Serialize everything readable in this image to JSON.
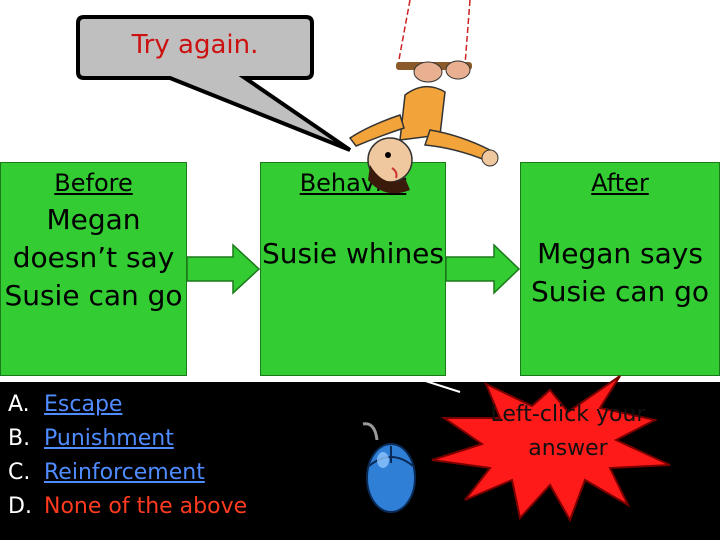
{
  "feedback": {
    "text": "Try again."
  },
  "boxes": {
    "before": {
      "title": "Before",
      "text": "Megan doesn’t say Susie can go"
    },
    "behavior": {
      "title": "Behavior",
      "text": "Susie whines"
    },
    "after": {
      "title": "After",
      "text": "Megan says Susie can go"
    }
  },
  "answers": [
    {
      "letter": "A.",
      "label": "Escape"
    },
    {
      "letter": "B.",
      "label": "Punishment"
    },
    {
      "letter": "C.",
      "label": "Reinforcement"
    },
    {
      "letter": "D.",
      "label": "None of the above"
    }
  ],
  "hint": {
    "text": "Left-click your answer"
  },
  "colors": {
    "box": "#33cc33",
    "link": "#4f8cff",
    "alert": "#ff1a1a"
  }
}
